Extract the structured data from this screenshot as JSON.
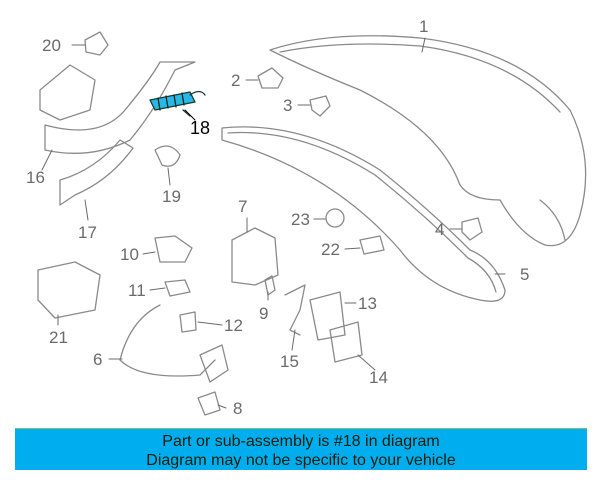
{
  "diagram": {
    "highlight_part": "18",
    "highlight_color": "#29b6e8",
    "callouts": [
      "1",
      "2",
      "3",
      "4",
      "5",
      "6",
      "7",
      "8",
      "9",
      "10",
      "11",
      "12",
      "13",
      "14",
      "15",
      "16",
      "17",
      "18",
      "19",
      "20",
      "21",
      "22",
      "23"
    ]
  },
  "banner": {
    "line1": "Part or sub-assembly is #18 in diagram",
    "line2": "Diagram may not be specific to your vehicle",
    "color": "#00aeef"
  }
}
